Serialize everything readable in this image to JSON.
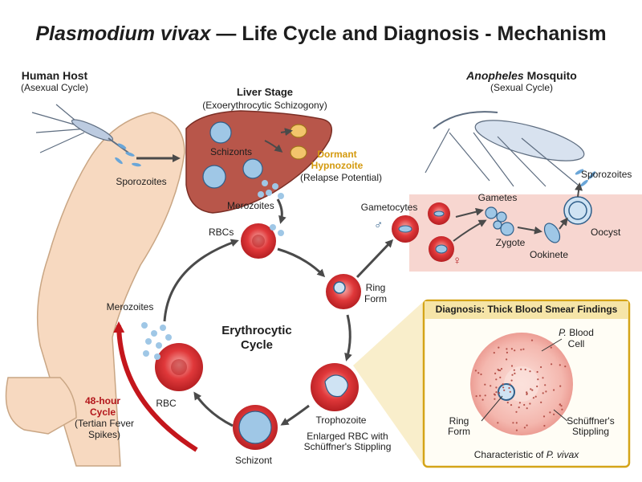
{
  "title": {
    "italic": "Plasmodium vivax",
    "rest": " — Life Cycle and Diagnosis - Mechanism"
  },
  "human_host": {
    "title": "Human Host",
    "subtitle": "(Asexual Cycle)",
    "sporozoites": "Sporozoites"
  },
  "liver": {
    "title": "Liver Stage",
    "subtitle": "(Exoerythrocytic Schizogony)",
    "schizonts": "Schizonts",
    "dormant_1": "Dormant",
    "dormant_2": "Hypnozoite",
    "relapse": "(Relapse Potential)",
    "merozoites": "Merozoites"
  },
  "mosquito": {
    "title_italic": "Anopheles",
    "title_rest": " Mosquito",
    "subtitle": "(Sexual Cycle)",
    "sporozoites": "Sporozoites",
    "gametocytes": "Gametocytes",
    "gametes": "Gametes",
    "zygote": "Zygote",
    "ookinete": "Ookinete",
    "oocyst": "Oocyst",
    "male": "♂",
    "female": "♀"
  },
  "erythrocytic": {
    "title_1": "Erythrocytic",
    "title_2": "Cycle",
    "rbcs": "RBCs",
    "ring_1": "Ring",
    "ring_2": "Form",
    "trophozoite": "Trophozoite",
    "enlarged_1": "Enlarged RBC with",
    "enlarged_2": "Schüffner's Stippling",
    "schizont": "Schizont",
    "rbc": "RBC",
    "merozoites": "Merozoites",
    "cycle_1": "48-hour",
    "cycle_2": "Cycle",
    "fever_1": "(Tertian Fever",
    "fever_2": "Spikes)"
  },
  "diagnosis": {
    "title": "Diagnosis: Thick Blood Smear Findings",
    "blood_cell_italic": "P.",
    "blood_cell_rest": " Blood",
    "blood_cell_2": "Cell",
    "ring_1": "Ring",
    "ring_2": "Form",
    "stippling_1": "Schüffner's",
    "stippling_2": "Stippling",
    "caption_rest": "Characteristic of ",
    "caption_italic": "P. vivax"
  },
  "colors": {
    "rbc": "#e0383a",
    "rbc_dark": "#b51f22",
    "liver": "#b8564a",
    "gut_band": "#f7d6d0",
    "arrow": "#4a4a4a",
    "red_arrow": "#c4161c",
    "gold": "#d49a0f",
    "parasite": "#6aa6d8"
  },
  "icons": [
    "mosquito-icon",
    "liver-icon",
    "rbc-icon",
    "oocyst-icon",
    "arm-icon"
  ]
}
